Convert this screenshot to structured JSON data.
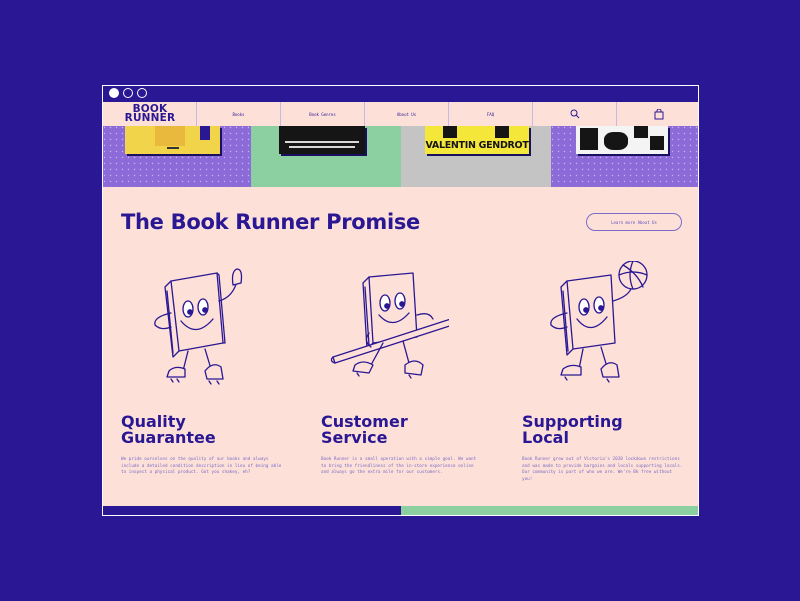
{
  "window": {
    "controls": [
      "close",
      "minimize",
      "maximize"
    ]
  },
  "nav": {
    "logo_line1": "BOOK",
    "logo_line2": "RUNNER",
    "items": [
      {
        "label": "Books"
      },
      {
        "label": "Book Genres"
      },
      {
        "label": "About Us"
      },
      {
        "label": "FAQ"
      }
    ],
    "search_icon": "search-icon",
    "bag_icon": "shopping-bag-icon"
  },
  "banner": {
    "colors": [
      "#8c6bd9",
      "#8ccfa0",
      "#c4c4c4",
      "#8c6bd9"
    ],
    "book_3_title": "VALENTIN GENDROT"
  },
  "promise": {
    "title": "The Book Runner Promise",
    "button_label": "Learn more About Us"
  },
  "features": [
    {
      "title_line1": "Quality",
      "title_line2": "Guarantee",
      "text": "We pride ourselves on the quality of our books and always include a detailed condition description in lieu of being able to inspect a physical product. Got you shakey, eh?",
      "mascot": "book-mascot-waving"
    },
    {
      "title_line1": "Customer",
      "title_line2": "Service",
      "text": "Book Runner is a small operation with a simple goal. We want to bring the friendliness of the in-store experience online and always go the extra mile for our customers.",
      "mascot": "book-mascot-pole-vault"
    },
    {
      "title_line1": "Supporting",
      "title_line2": "Local",
      "text": "Book Runner grew out of Victoria's 2020 lockdown restrictions and was made to provide bargains and locals supporting locals. Our community is part of who we are. We're Bk free without you!",
      "mascot": "book-mascot-basketball"
    }
  ],
  "colors": {
    "brand": "#2a1793",
    "page_bg": "#fde1d8",
    "purple": "#8c6bd9",
    "green": "#8ccfa0"
  }
}
